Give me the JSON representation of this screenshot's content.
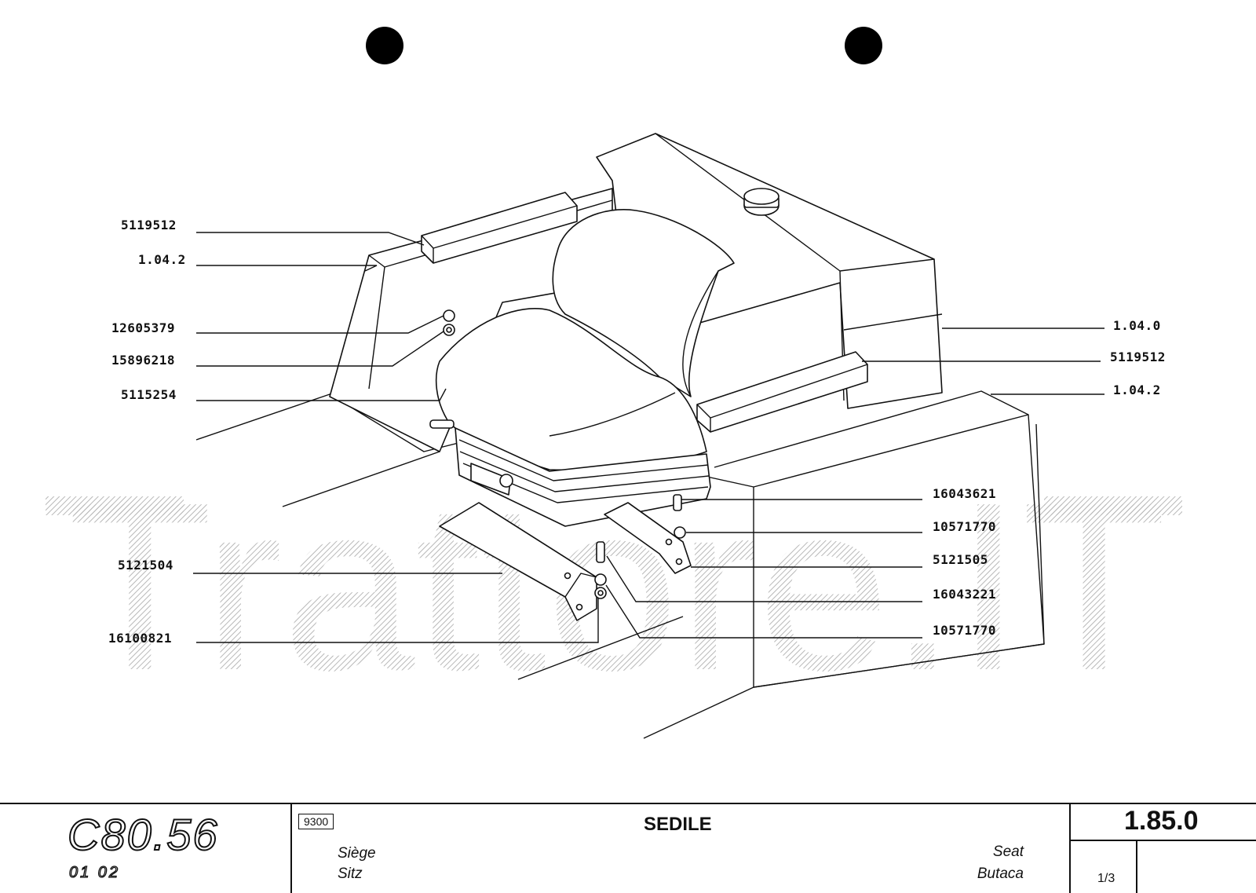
{
  "diagram": {
    "watermark": "Trattore.IT",
    "labels": [
      {
        "id": "l1",
        "text": "5119512"
      },
      {
        "id": "l2",
        "text": "1.04.2"
      },
      {
        "id": "l3",
        "text": "12605379"
      },
      {
        "id": "l4",
        "text": "15896218"
      },
      {
        "id": "l5",
        "text": "5115254"
      },
      {
        "id": "l6",
        "text": "5121504"
      },
      {
        "id": "l7",
        "text": "16100821"
      },
      {
        "id": "r1",
        "text": "1.04.0"
      },
      {
        "id": "r2",
        "text": "5119512"
      },
      {
        "id": "r3",
        "text": "1.04.2"
      },
      {
        "id": "r4",
        "text": "16043621"
      },
      {
        "id": "r5",
        "text": "10571770"
      },
      {
        "id": "r6",
        "text": "5121505"
      },
      {
        "id": "r7",
        "text": "16043221"
      },
      {
        "id": "r8",
        "text": "10571770"
      }
    ]
  },
  "footer": {
    "model": "C80.56",
    "model_sub": "01 02",
    "code": "9300",
    "title_it": "SEDILE",
    "title_fr": "Siège",
    "title_de": "Sitz",
    "title_en": "Seat",
    "title_es": "Butaca",
    "page": "1.85.0",
    "page_fraction": "1/3"
  }
}
